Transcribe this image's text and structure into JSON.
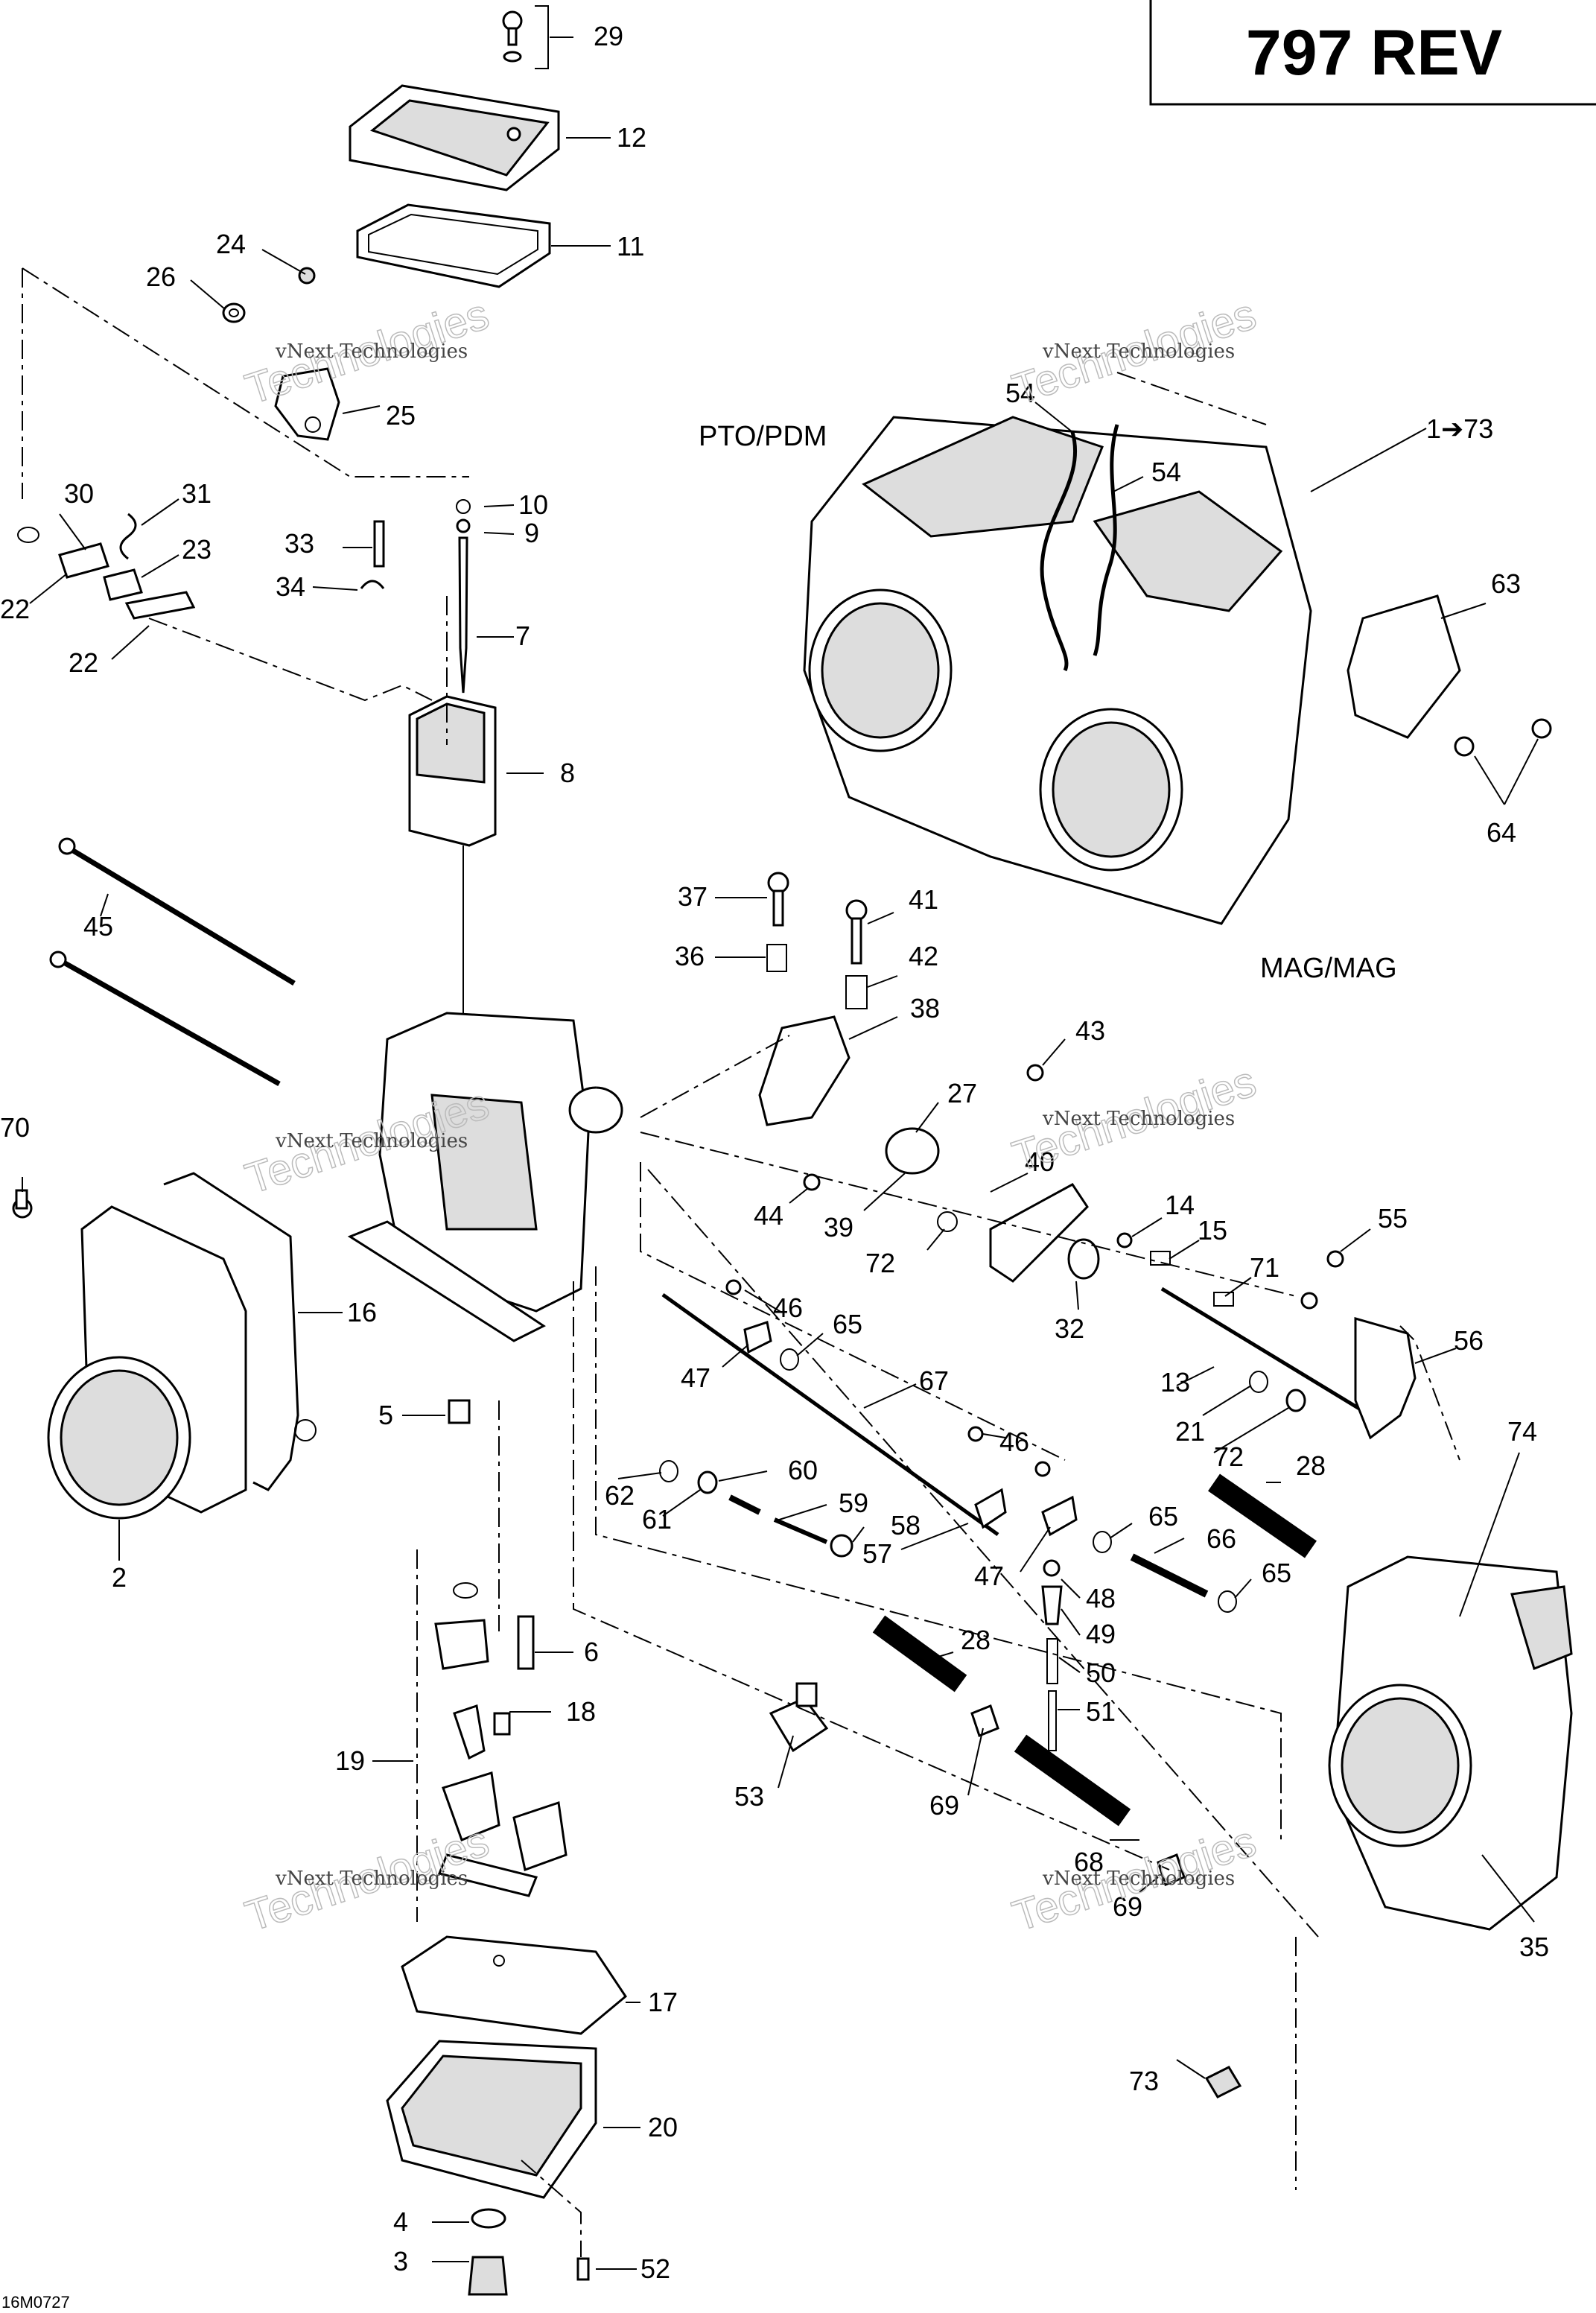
{
  "title": "797 REV",
  "orientation_labels": {
    "pto": "PTO/PDM",
    "mag": "MAG/MAG"
  },
  "figure_code": "16M0727",
  "watermarks": [
    {
      "line1": "vNext Technologies",
      "line2": "Technologies"
    },
    {
      "line1": "vNext Technologies",
      "line2": "Technologies"
    },
    {
      "line1": "vNext Technologies",
      "line2": "Technologies"
    },
    {
      "line1": "vNext Technologies",
      "line2": "Technologies"
    },
    {
      "line1": "vNext Technologies",
      "line2": "Technologies"
    },
    {
      "line1": "vNext Technologies",
      "line2": "Technologies"
    }
  ],
  "callouts": [
    "29",
    "12",
    "11",
    "24",
    "26",
    "25",
    "30",
    "31",
    "23",
    "22",
    "22",
    "33",
    "10",
    "9",
    "34",
    "7",
    "8",
    "45",
    "70",
    "16",
    "2",
    "5",
    "6",
    "18",
    "19",
    "17",
    "20",
    "4",
    "3",
    "52",
    "54",
    "54",
    "1➔73",
    "63",
    "64",
    "37",
    "41",
    "36",
    "42",
    "38",
    "43",
    "27",
    "44",
    "39",
    "40",
    "72",
    "14",
    "15",
    "55",
    "71",
    "32",
    "46",
    "65",
    "47",
    "67",
    "13",
    "56",
    "21",
    "72",
    "28",
    "74",
    "46",
    "60",
    "62",
    "61",
    "59",
    "58",
    "57",
    "65",
    "66",
    "47",
    "48",
    "65",
    "49",
    "50",
    "51",
    "28",
    "53",
    "69",
    "68",
    "69",
    "35",
    "73"
  ]
}
